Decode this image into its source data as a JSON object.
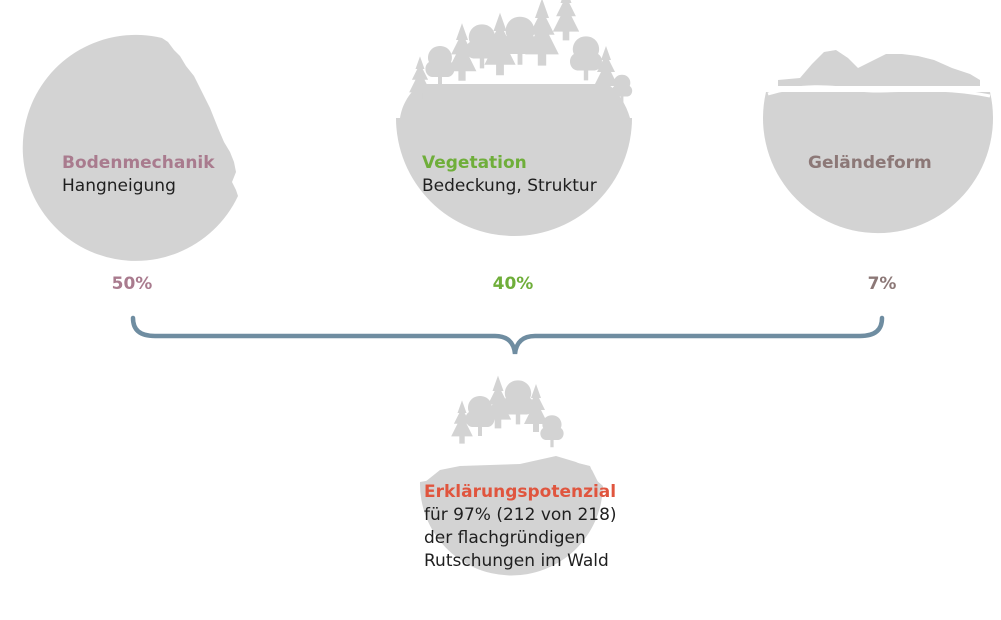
{
  "colors": {
    "bodenmechanik": "#a97b8e",
    "vegetation": "#6fae3a",
    "gelaendeform": "#8c7877",
    "erklaerung": "#e0553e",
    "body_text": "#1f1f1f",
    "shape_fill": "#d3d3d3",
    "brace": "#6f8da1"
  },
  "factors": [
    {
      "title": "Bodenmechanik",
      "subtitle": "Hangneigung",
      "percent": "50%",
      "icon": "eroded-soil-circle-icon"
    },
    {
      "title": "Vegetation",
      "subtitle": "Bedeckung, Struktur",
      "percent": "40%",
      "icon": "forest-circle-icon"
    },
    {
      "title": "Geländeform",
      "subtitle": "",
      "percent": "7%",
      "icon": "terrain-circle-icon"
    }
  ],
  "result": {
    "title": "Erklärungspotenzial",
    "lines": [
      "für 97% (212 von 218)",
      "der flachgründigen",
      "Rutschungen im Wald"
    ],
    "icon": "forest-slope-circle-icon"
  }
}
